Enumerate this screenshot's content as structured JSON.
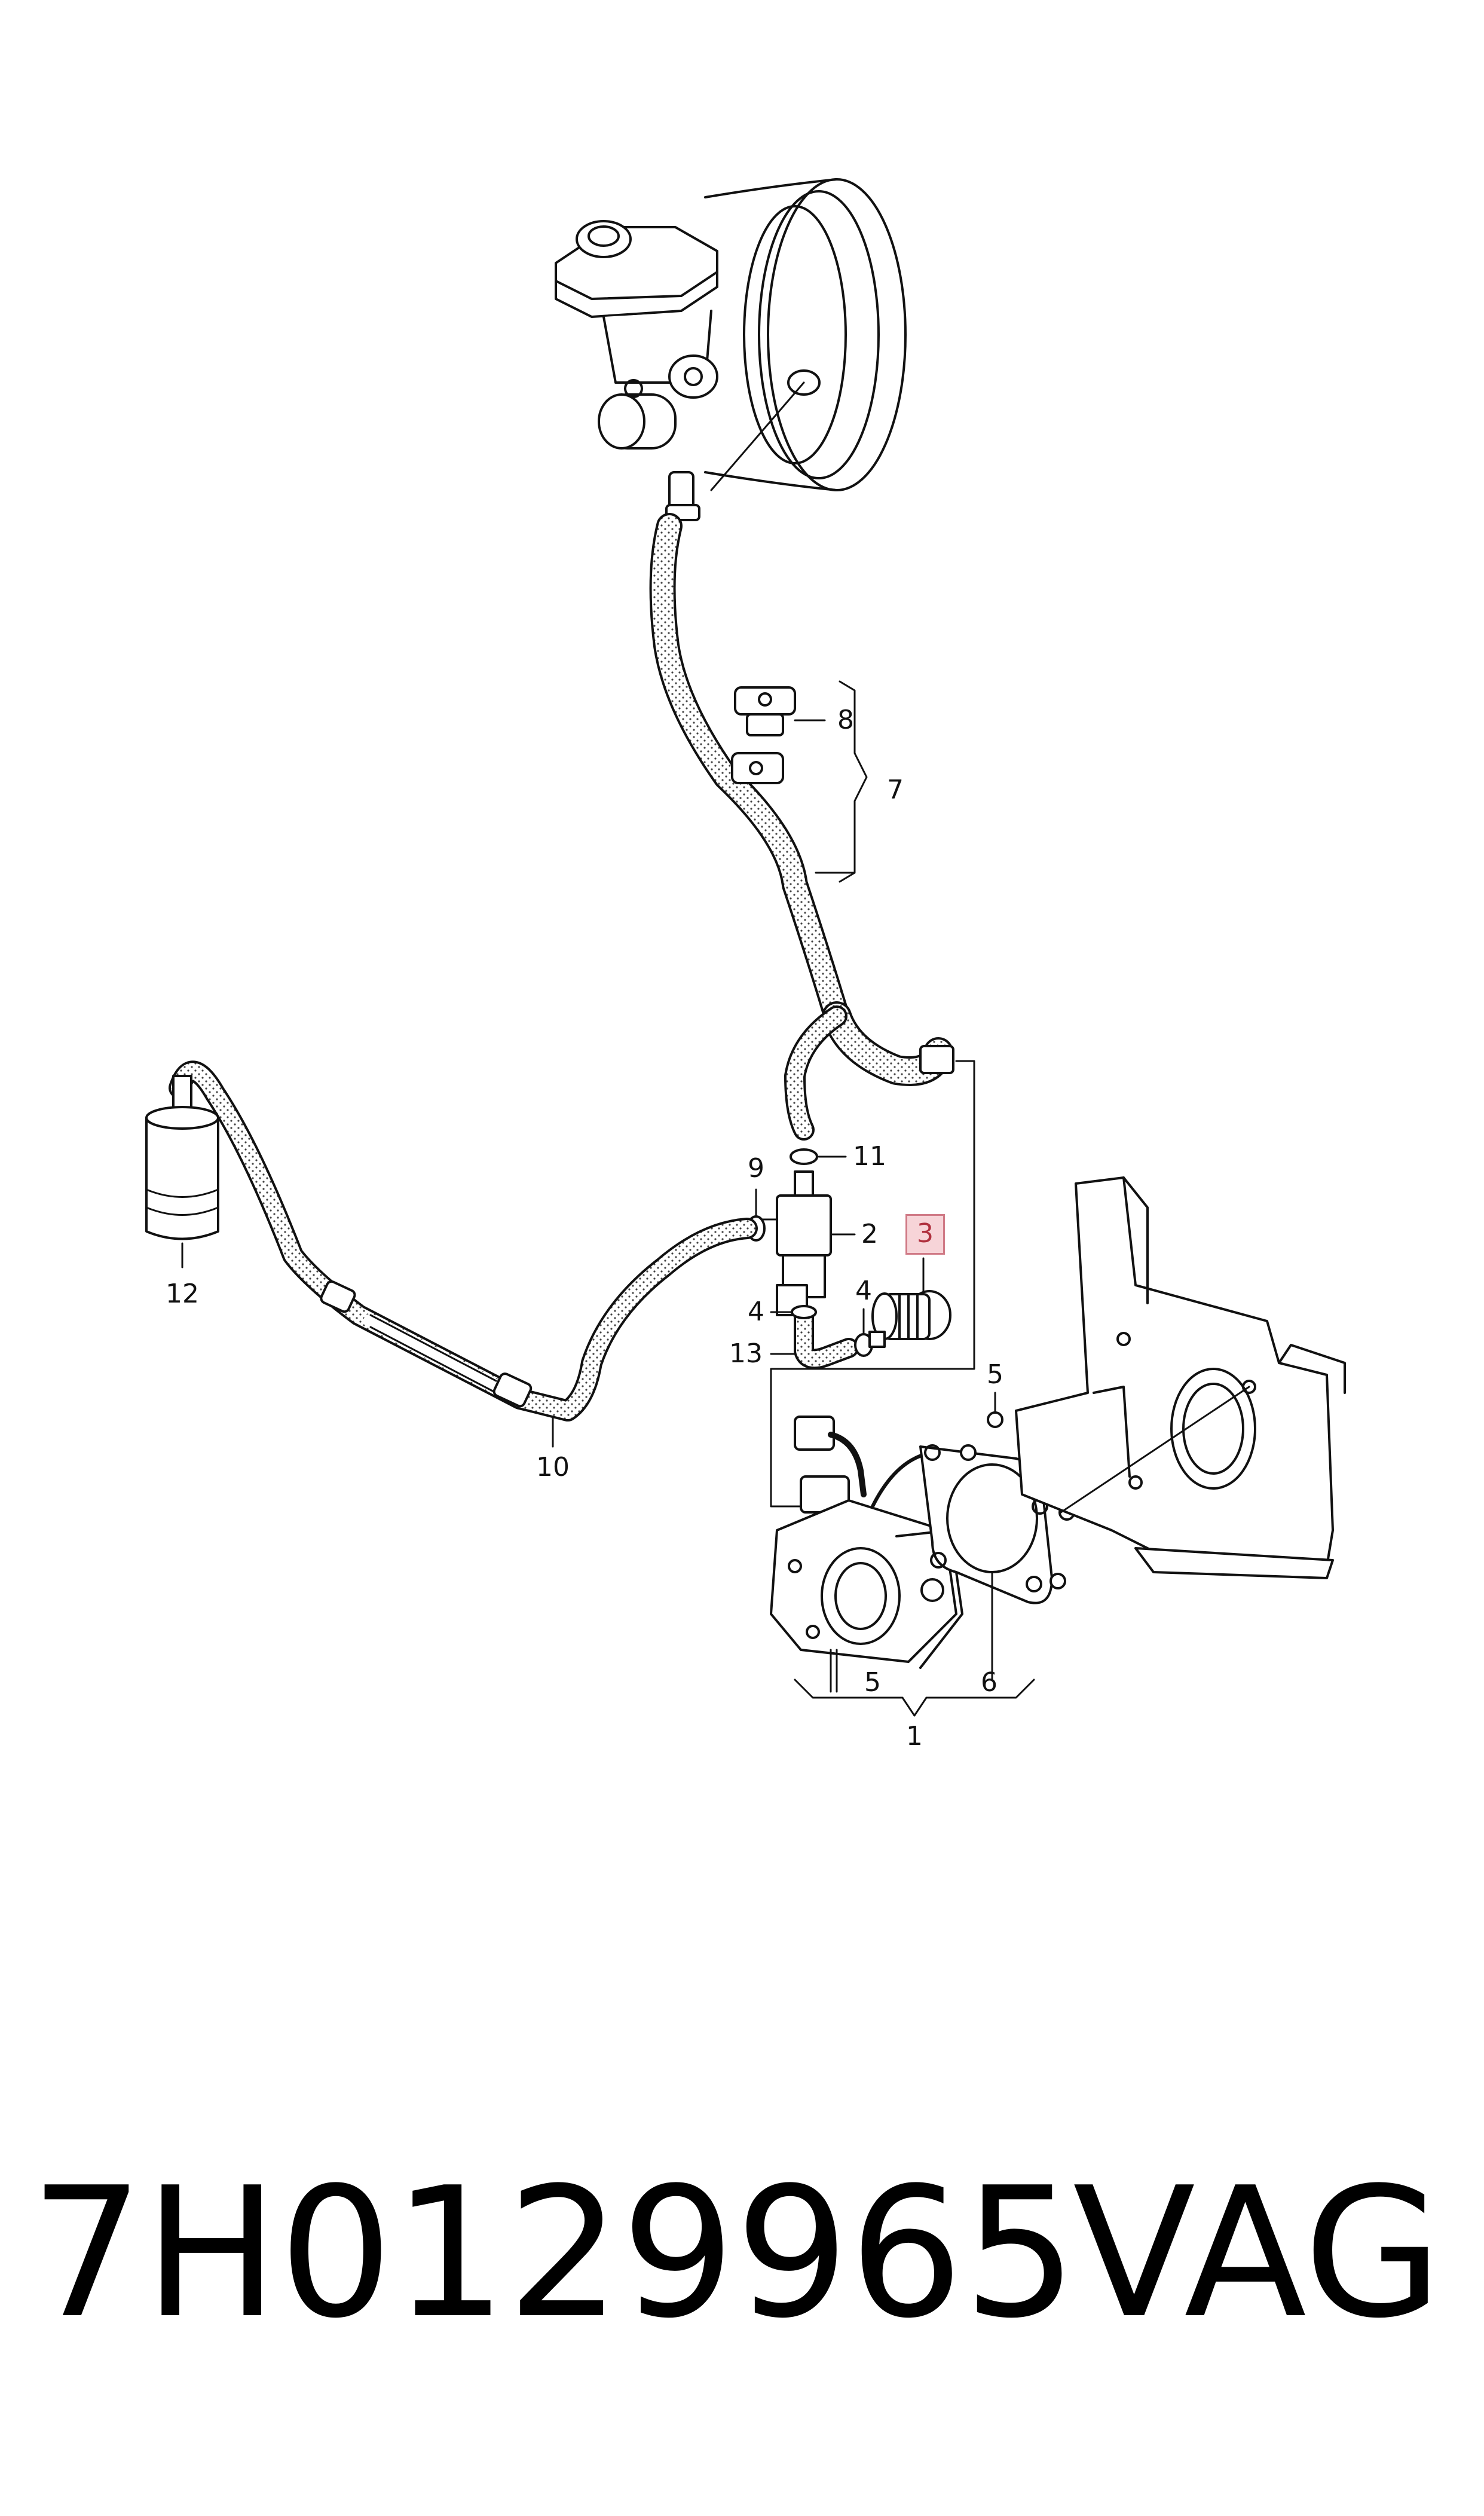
{
  "diagram": {
    "callouts": [
      {
        "id": "1",
        "label": "1",
        "highlighted": false
      },
      {
        "id": "2",
        "label": "2",
        "highlighted": false
      },
      {
        "id": "3",
        "label": "3",
        "highlighted": true
      },
      {
        "id": "4a",
        "label": "4",
        "highlighted": false
      },
      {
        "id": "4b",
        "label": "4",
        "highlighted": false
      },
      {
        "id": "5a",
        "label": "5",
        "highlighted": false
      },
      {
        "id": "5b",
        "label": "5",
        "highlighted": false
      },
      {
        "id": "6",
        "label": "6",
        "highlighted": false
      },
      {
        "id": "7",
        "label": "7",
        "highlighted": false
      },
      {
        "id": "8",
        "label": "8",
        "highlighted": false
      },
      {
        "id": "9",
        "label": "9",
        "highlighted": false
      },
      {
        "id": "10",
        "label": "10",
        "highlighted": false
      },
      {
        "id": "11",
        "label": "11",
        "highlighted": false
      },
      {
        "id": "12",
        "label": "12",
        "highlighted": false
      },
      {
        "id": "13",
        "label": "13",
        "highlighted": false
      }
    ],
    "highlight_color": "#f7d4d8",
    "highlight_border": "#d07a86"
  },
  "footer": {
    "part_number": "7H0129965",
    "brand": "VAG"
  }
}
